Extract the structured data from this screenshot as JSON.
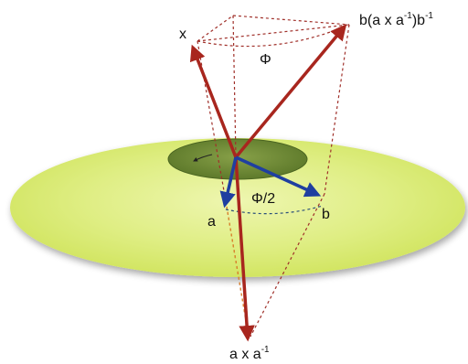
{
  "diagram": {
    "labels": {
      "x": "x",
      "b_conj": "b(a x a",
      "b_conj_sup1": "-1",
      "b_conj_mid": ")b",
      "b_conj_sup2": "-1",
      "phi": "Φ",
      "half_phi": "Φ/2",
      "a": "a",
      "b": "b",
      "axa": "a x a",
      "axa_sup": "-1"
    },
    "colors": {
      "plane_fill": "#d7e86a",
      "plane_fill_light": "#eef6b0",
      "inner_disk": "#5d7a2c",
      "red_vector": "#a8261e",
      "blue_vector": "#1f3fa0",
      "cone_red": "#a0302a",
      "cone_orange": "#e08a2a",
      "dotted_blue": "#2a4f7a",
      "label_text": "#111111"
    }
  }
}
